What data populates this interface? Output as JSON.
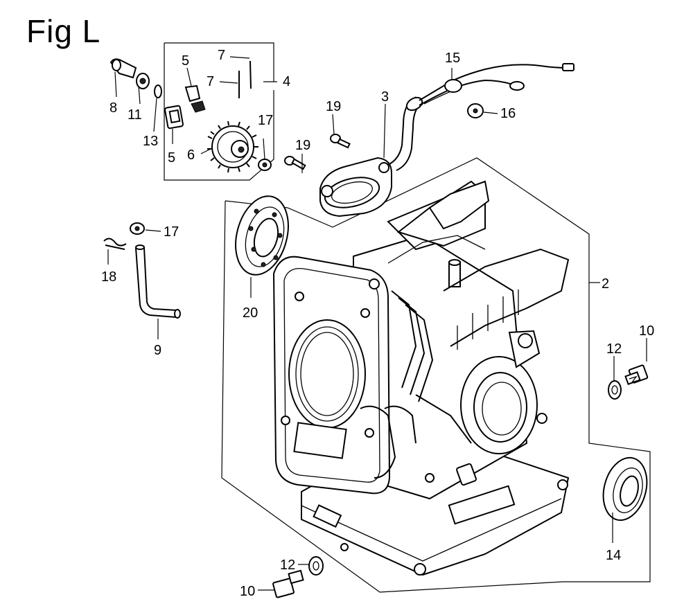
{
  "title": "Fig L",
  "callouts": {
    "c1": "7",
    "c2": "5",
    "c3": "7",
    "c4": "4",
    "c5": "8",
    "c6": "11",
    "c7": "13",
    "c8": "5",
    "c9": "6",
    "c10": "17",
    "c11": "15",
    "c12": "3",
    "c13": "19",
    "c14": "19",
    "c15": "16",
    "c16": "17",
    "c17": "18",
    "c18": "9",
    "c19": "20",
    "c20": "2",
    "c21": "12",
    "c22": "10",
    "c23": "14",
    "c24": "12",
    "c25": "10"
  }
}
